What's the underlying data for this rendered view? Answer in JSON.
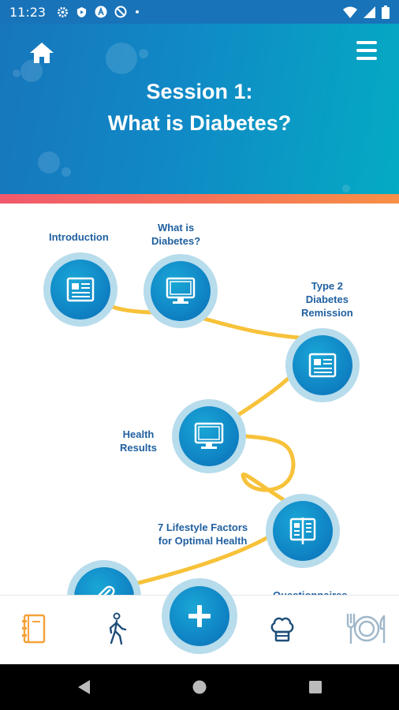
{
  "status_bar": {
    "time": "11:23",
    "icons": [
      "settings-icon",
      "shield-play-icon",
      "a-circle-icon",
      "no-sync-icon",
      "dot-icon"
    ],
    "right_icons": [
      "wifi-icon",
      "signal-icon",
      "battery-icon"
    ]
  },
  "header": {
    "title_line1": "Session 1:",
    "title_line2": "What is Diabetes?",
    "home_icon": "home-icon",
    "menu_icon": "hamburger-menu-icon"
  },
  "map": {
    "nodes": [
      {
        "label": "Introduction",
        "icon": "article-icon"
      },
      {
        "label_line1": "What is",
        "label_line2": "Diabetes?",
        "icon": "monitor-icon"
      },
      {
        "label_line1": "Type 2",
        "label_line2": "Diabetes",
        "label_line3": "Remission",
        "icon": "article-icon"
      },
      {
        "label_line1": "Health",
        "label_line2": "Results",
        "icon": "monitor-icon"
      },
      {
        "label_line1": "7 Lifestyle Factors",
        "label_line2": "for Optimal Health",
        "icon": "booklet-icon"
      },
      {
        "label": "",
        "icon": "paperclip-icon"
      }
    ],
    "partial_label": "Questionnaires"
  },
  "bottom_nav": {
    "items": [
      {
        "icon": "notebook-icon",
        "active": true
      },
      {
        "icon": "walking-icon",
        "active": false
      },
      {
        "icon": "plus-icon",
        "active": false
      },
      {
        "icon": "chef-hat-icon",
        "active": false
      },
      {
        "icon": "plate-cutlery-icon",
        "active": false
      }
    ],
    "colors": {
      "active": "#f5a13a",
      "inactive": "#1f4e79",
      "disabled": "#9fb7c9"
    }
  },
  "system_nav": {
    "icons": [
      "back-icon",
      "home-circle-icon",
      "recents-square-icon"
    ]
  },
  "colors": {
    "header_start": "#1776bc",
    "header_end": "#04abc3",
    "strip_start": "#f0596c",
    "strip_end": "#f79046",
    "path": "#f7c23a",
    "node_ring": "#b7dcec",
    "node_fill": "#0e7fc2",
    "label": "#1f5f9f"
  }
}
